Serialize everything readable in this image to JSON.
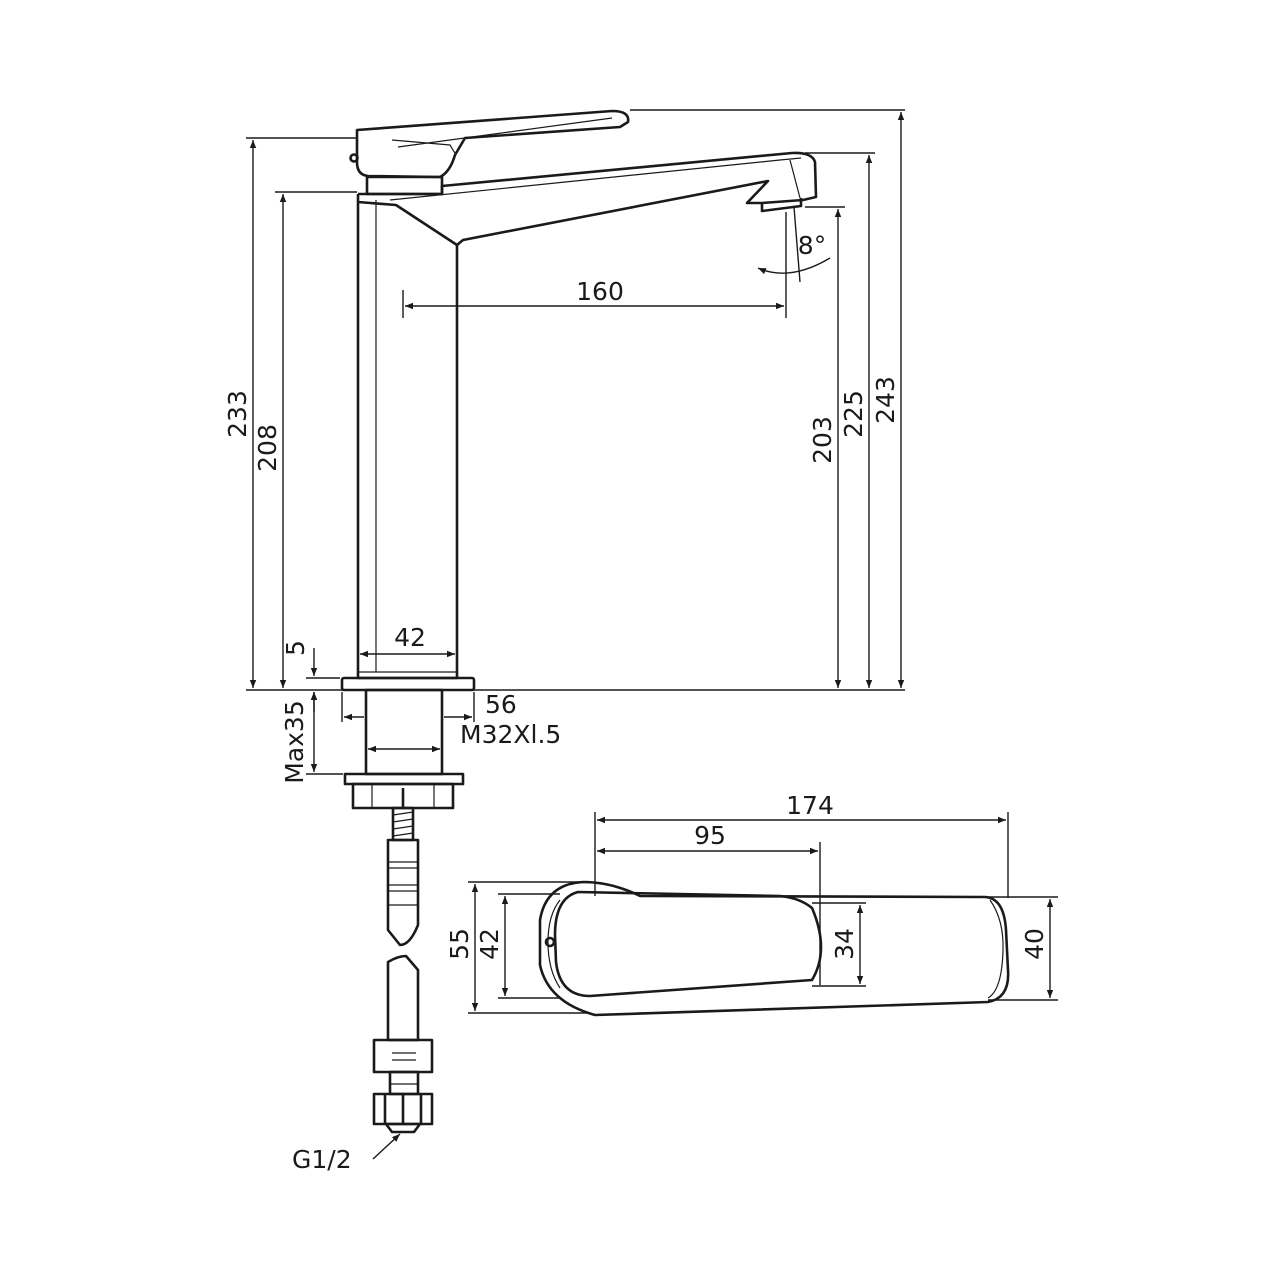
{
  "side_view": {
    "dim_total_height": "233",
    "dim_body_height": "208",
    "dim_spout_reach": "160",
    "dim_spout_angle": "8°",
    "dim_body_width": "42",
    "dim_base_thickness": "5",
    "dim_base_width": "56",
    "dim_thread": "M32Xl.5",
    "dim_max_counter": "Max35",
    "dim_outlet_height": "203",
    "dim_spout_top_height": "225",
    "dim_overall_height": "243",
    "dim_connection": "G1/2"
  },
  "top_view": {
    "dim_overall_length": "174",
    "dim_lever_length": "95",
    "dim_outer_width": "55",
    "dim_body_width": "42",
    "dim_lever_width": "34",
    "dim_spout_width": "40"
  }
}
